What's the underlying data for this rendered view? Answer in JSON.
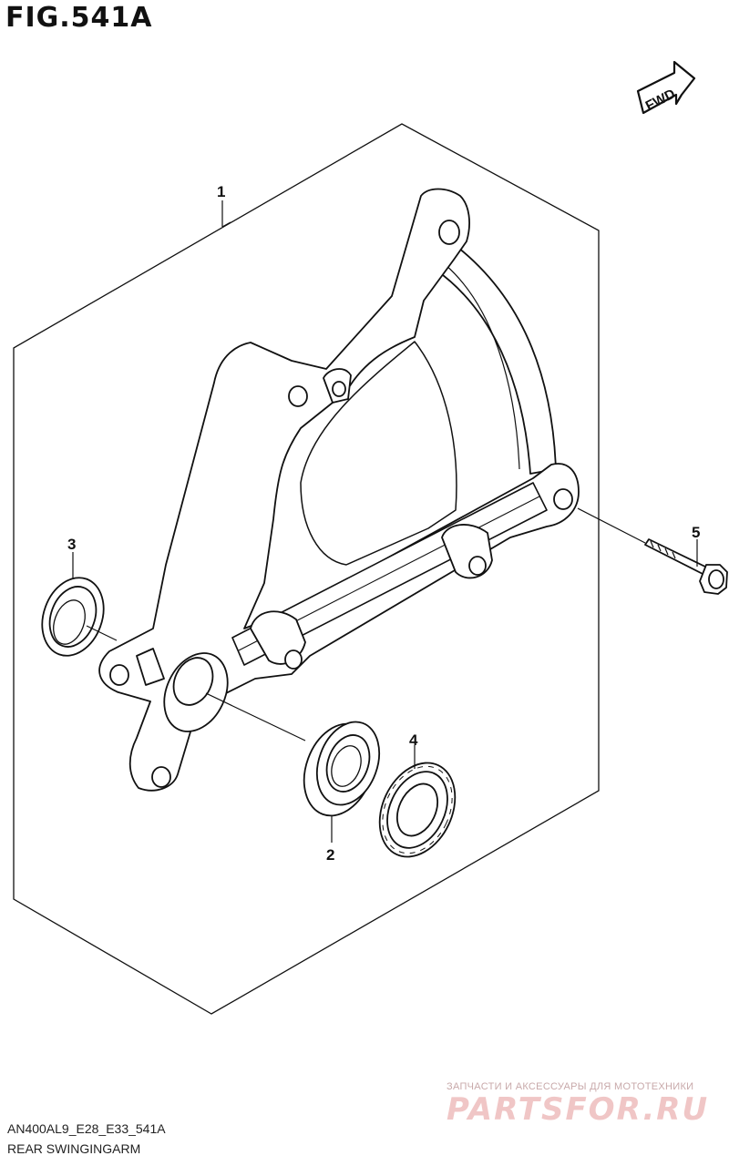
{
  "figure": {
    "title": "FIG.541A",
    "fwd_label": "FWD",
    "model_code": "AN400AL9_E28_E33_541A",
    "part_name": "REAR SWINGINGARM"
  },
  "callouts": [
    {
      "id": "1",
      "label": "1"
    },
    {
      "id": "2",
      "label": "2"
    },
    {
      "id": "3",
      "label": "3"
    },
    {
      "id": "4",
      "label": "4"
    },
    {
      "id": "5",
      "label": "5"
    }
  ],
  "watermark": {
    "tagline": "ЗАПЧАСТИ И АКСЕССУАРЫ ДЛЯ МОТОТЕХНИКИ",
    "brand": "PARTSFOR.RU",
    "color": "#e9a0a0"
  }
}
